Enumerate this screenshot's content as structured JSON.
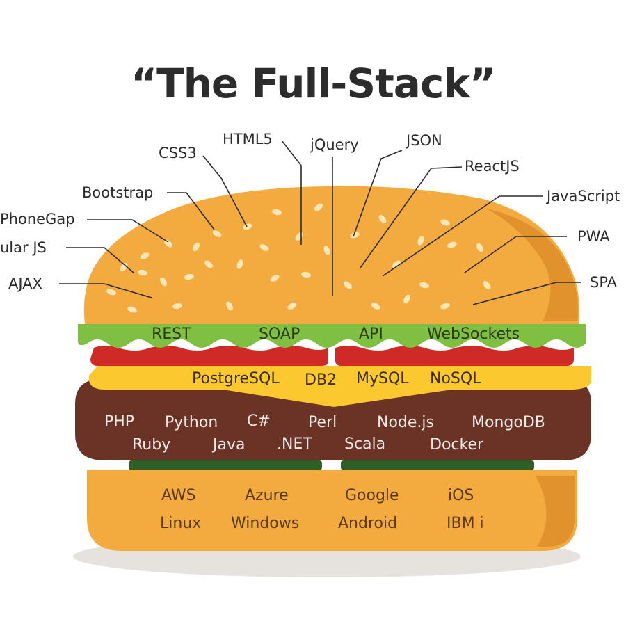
{
  "title": "“The Full-Stack”",
  "top_bun_labels": [
    "HTML5",
    "jQuery",
    "JSON",
    "ReactJS",
    "JavaScript",
    "PWA",
    "SPA",
    "CSS3",
    "Bootstrap",
    "PhoneGap",
    "ular JS",
    "AJAX"
  ],
  "lettuce_row": [
    "REST",
    "SOAP",
    "API",
    "WebSockets"
  ],
  "cheese_row": [
    "PostgreSQL",
    "DB2",
    "MySQL",
    "NoSQL"
  ],
  "patty_row1": [
    "PHP",
    "Python",
    "C#",
    "Perl",
    "Node.js",
    "MongoDB"
  ],
  "patty_row2": [
    "Ruby",
    "Java",
    ".NET",
    "Scala",
    "Docker"
  ],
  "bottom_bun_row1": [
    "AWS",
    "Azure",
    "Google",
    "iOS"
  ],
  "bottom_bun_row2": [
    "Linux",
    "Windows",
    "Android",
    "IBM i"
  ],
  "colors": {
    "bun": "#f3aa3e",
    "bun_shadow": "#e2922c",
    "sesame": "#fbe6b8",
    "lettuce": "#7fc043",
    "tomato": "#cf2a26",
    "cheese": "#fbc82e",
    "patty": "#6a3326",
    "pickle": "#2f5f27",
    "plate_shadow": "#e6e3de"
  }
}
